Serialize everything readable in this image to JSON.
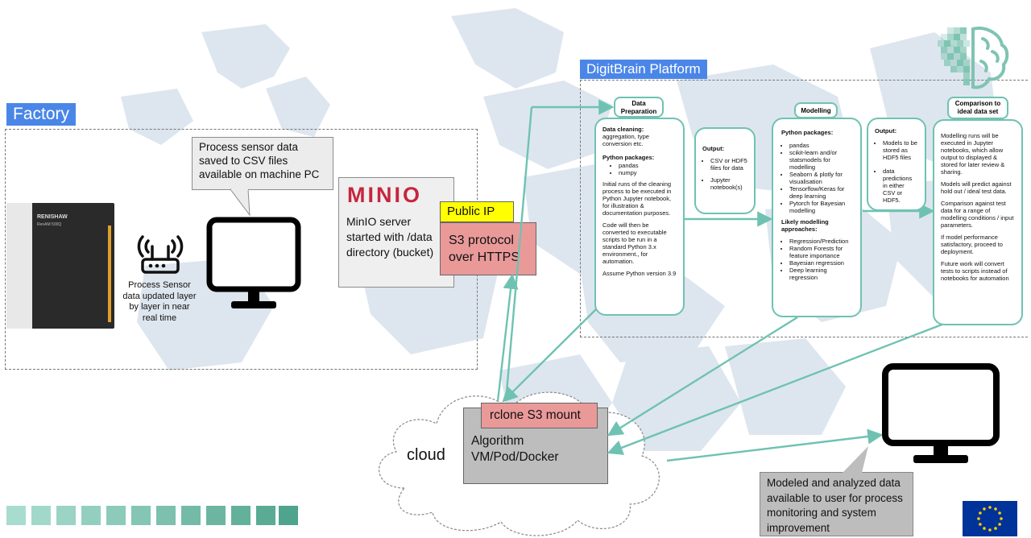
{
  "factory": {
    "tag": "Factory"
  },
  "platform": {
    "tag": "DigitBrain Platform"
  },
  "callouts": {
    "sensor_csv": "Process sensor data saved to CSV files available on machine PC",
    "sensor_label": "Process Sensor data updated layer by layer in near real time",
    "user_data": "Modeled and analyzed data available to user for process monitoring  and system improvement"
  },
  "machine": {
    "brand": "RENISHAW",
    "model": "RenAM 500Q"
  },
  "minio": {
    "logo": "MINIO",
    "server_text": "MinIO server started with /data directory (bucket)",
    "public_ip": "Public IP",
    "s3_protocol": "S3 protocol over HTTPS"
  },
  "cloud": {
    "label": "cloud",
    "rclone": "rclone S3 mount",
    "algorithm": "Algorithm VM/Pod/Docker"
  },
  "data_prep": {
    "header": "Data Preparation",
    "cleaning_title": "Data cleaning:",
    "cleaning_text": "aggregation, type conversion etc.",
    "packages_title": "Python packages:",
    "packages": [
      "pandas",
      "numpy"
    ],
    "para1": "Initial runs of the cleaning process to be executed in Python Jupyter notebook, for illustration & documentation purposes.",
    "para2": "Code will then be converted to executable scripts to be run in a standard Python 3.x environment., for automation.",
    "para3": "Assume Python version 3.9"
  },
  "output1": {
    "title": "Output:",
    "items": [
      "CSV or HDF5 files for data",
      "Jupyter notebook(s)"
    ]
  },
  "modelling": {
    "header": "Modelling",
    "packages_title": "Python packages:",
    "packages": [
      "pandas",
      "scikit-learn and/or statsmodels for modelling",
      "Seaborn & plotly for visualisation",
      "Tensorflow/Keras for deep learning",
      "Pytorch for Bayesian modelling"
    ],
    "approaches_title": "Likely modelling approaches:",
    "approaches": [
      "Regression/Prediction",
      "Random Forests for feature importance",
      "Bayesian regression",
      "Deep learning regression"
    ]
  },
  "output2": {
    "title": "Output:",
    "items": [
      "Models to be stored as HDF5 files",
      "data predictions in either CSV or HDF5."
    ]
  },
  "comparison": {
    "header": "Comparison to ideal data set",
    "paras": [
      "Modelling runs will be executed in Jupyter notebooks, which allow output to displayed & stored for later review & sharing.",
      "Models will predict against hold out / ideal test data.",
      "Comparison against  test data for a range of modelling conditions / input parameters.",
      "If model performance satisfactory, proceed to deployment.",
      "Future work will convert tests to scripts instead of notebooks for automation"
    ]
  },
  "colors": {
    "tag_blue": "#4a86e8",
    "teal": "#6fc2b2",
    "pink": "#ea9999",
    "yellow": "#ffff00",
    "eu_blue": "#003399",
    "eu_gold": "#ffcc00",
    "map": "#dde6ee"
  },
  "icons": [
    "router-icon",
    "monitor-icon",
    "brain-icon",
    "eu-flag-icon",
    "cloud-icon"
  ]
}
